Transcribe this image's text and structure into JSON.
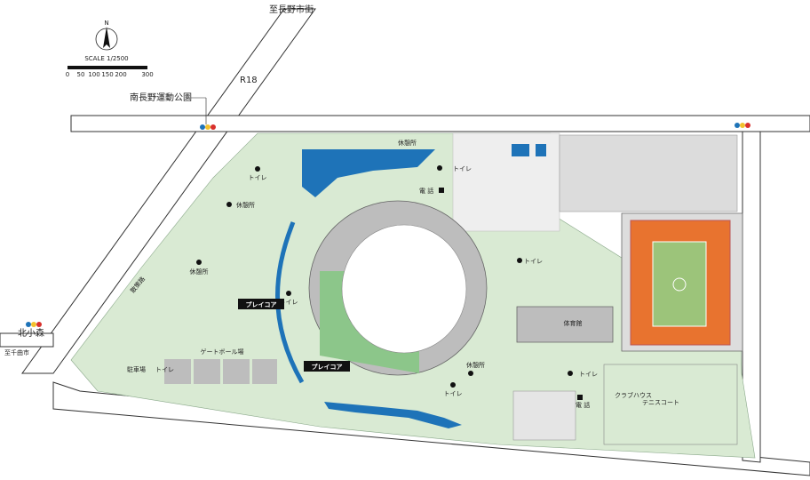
{
  "compass": {
    "north": "N",
    "scale": "SCALE 1/2500",
    "ticks": [
      "0",
      "50",
      "100",
      "150",
      "200",
      "300"
    ]
  },
  "roads": {
    "to_city": "至長野市街",
    "route": "R18",
    "park_name": "南長野運動公園",
    "kita_komori": "北小森",
    "to_chikuma": "至千曲市"
  },
  "facilities": {
    "toilet": "トイレ",
    "rest": "休憩所",
    "phone": "電 話",
    "play_core": "プレイコア",
    "gateball": "ゲートボール場",
    "gym": "体育館",
    "clubhouse": "クラブハウス",
    "tennis": "テニスコート",
    "parking_small": "駐車場",
    "promenade": "散策路"
  },
  "colors": {
    "park": "#d9ead3",
    "water": "#1e73b8",
    "track": "#e8732f",
    "pitch": "#9cc47a",
    "turf": "#8cc68a",
    "stand": "#bdbdbd"
  },
  "signals": [
    "#1e73b8",
    "#f2c12e",
    "#d9302c"
  ]
}
